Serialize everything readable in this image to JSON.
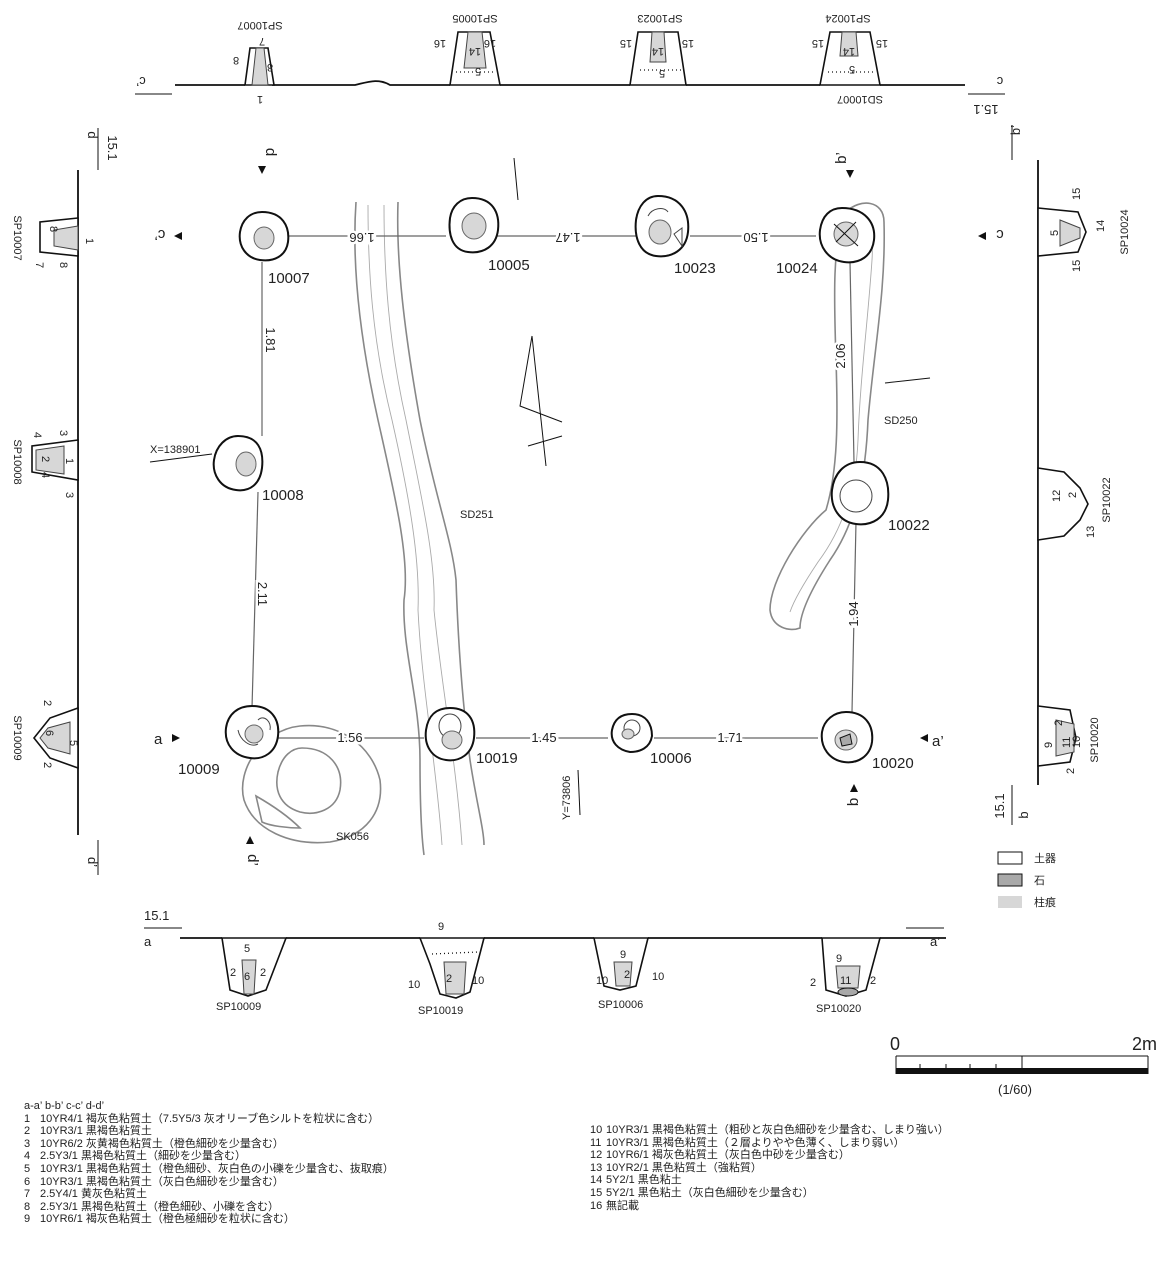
{
  "colors": {
    "ink": "#111111",
    "core": "#d7d7d7",
    "stone": "#a9a9a9",
    "trench": "#888888"
  },
  "posts": [
    {
      "id": "10007"
    },
    {
      "id": "10005"
    },
    {
      "id": "10023"
    },
    {
      "id": "10024"
    },
    {
      "id": "10008"
    },
    {
      "id": "10022"
    },
    {
      "id": "10009"
    },
    {
      "id": "10019"
    },
    {
      "id": "10006"
    },
    {
      "id": "10020"
    }
  ],
  "distances": [
    "1.66",
    "1.47",
    "1.50",
    "1.81",
    "2.11",
    "2.06",
    "1.94",
    "1.56",
    "1.45",
    "1.71"
  ],
  "features": {
    "sd251": "SD251",
    "sd250": "SD250",
    "sk056": "SK056",
    "sd10007": "SD10007"
  },
  "coords": {
    "x": "X=138901",
    "y": "Y=73806"
  },
  "markers": {
    "a": "a",
    "a_prime": "a’",
    "b": "b",
    "b_prime": "b’",
    "c": "c",
    "c_prime": "c’",
    "d": "d",
    "d_prime": "d’",
    "elev": "15.1"
  },
  "sections": {
    "top": [
      "SP10007",
      "SP10005",
      "SP10023",
      "SP10024"
    ],
    "left": [
      "SP10007",
      "SP10008",
      "SP10009"
    ],
    "right": [
      "SP10024",
      "SP10022",
      "SP10020"
    ],
    "bottom": [
      "SP10009",
      "SP10019",
      "SP10006",
      "SP10020"
    ]
  },
  "layer_nums": {
    "n1": "1",
    "n2": "2",
    "n3": "3",
    "n4": "4",
    "n5": "5",
    "n6": "6",
    "n7": "7",
    "n8": "8",
    "n9": "9",
    "n10": "10",
    "n11": "11",
    "n12": "12",
    "n13": "13",
    "n14": "14",
    "n15": "15",
    "n16": "16"
  },
  "legend": {
    "pottery": "土器",
    "stone": "石",
    "post": "柱痕"
  },
  "scale": {
    "zero": "0",
    "end": "2m",
    "ratio": "(1/60)"
  },
  "soil_header": "a-a’ b-b’ c-c’ d-d’",
  "soil_left": [
    {
      "no": "1",
      "text": "10YR4/1 褐灰色粘質土（7.5Y5/3 灰オリーブ色シルトを粒状に含む）"
    },
    {
      "no": "2",
      "text": "10YR3/1 黒褐色粘質土"
    },
    {
      "no": "3",
      "text": "10YR6/2 灰黄褐色粘質土（橙色細砂を少量含む）"
    },
    {
      "no": "4",
      "text": "2.5Y3/1 黒褐色粘質土（細砂を少量含む）"
    },
    {
      "no": "5",
      "text": "10YR3/1 黒褐色粘質土（橙色細砂、灰白色の小礫を少量含む、抜取痕）"
    },
    {
      "no": "6",
      "text": "10YR3/1 黒褐色粘質土（灰白色細砂を少量含む）"
    },
    {
      "no": "7",
      "text": "2.5Y4/1 黄灰色粘質土"
    },
    {
      "no": "8",
      "text": "2.5Y3/1 黒褐色粘質土（橙色細砂、小礫を含む）"
    },
    {
      "no": "9",
      "text": "10YR6/1 褐灰色粘質土（橙色極細砂を粒状に含む）"
    }
  ],
  "soil_right": [
    {
      "no": "10",
      "text": "10YR3/1 黒褐色粘質土（粗砂と灰白色細砂を少量含む、しまり強い）"
    },
    {
      "no": "11",
      "text": "10YR3/1 黒褐色粘質土（２層よりやや色薄く、しまり弱い）"
    },
    {
      "no": "12",
      "text": "10YR6/1 褐灰色粘質土（灰白色中砂を少量含む）"
    },
    {
      "no": "13",
      "text": "10YR2/1 黒色粘質土（強粘質）"
    },
    {
      "no": "14",
      "text": "5Y2/1 黒色粘土"
    },
    {
      "no": "15",
      "text": "5Y2/1 黒色粘土（灰白色細砂を少量含む）"
    },
    {
      "no": "16",
      "text": "無記載"
    }
  ]
}
